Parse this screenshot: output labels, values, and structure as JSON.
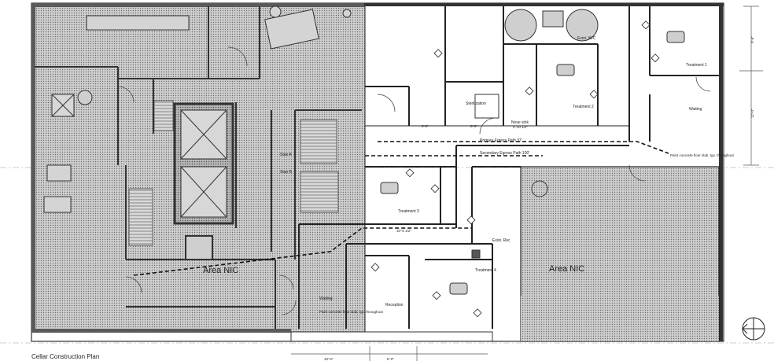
{
  "plan": {
    "title": "Cellar Construction Plan",
    "areas": {
      "nic_left": "Area NIC",
      "nic_right": "Area NIC"
    },
    "rooms": {
      "treatment1": "Treatment 1",
      "treatment2": "Treatment 2",
      "treatment3": "Treatment 3",
      "treatment4": "Treatment 4",
      "waiting_top": "Waiting",
      "waiting_bottom": "Waiting",
      "sterilization": "Sterilization",
      "nose_sink": "Nose sink",
      "exam_wc": "Exist. W/C",
      "exam_rec": "Exist. Rec",
      "reception": "Reception",
      "stair_a": "Stair A",
      "stair_b": "Stair B"
    },
    "notes": {
      "primary_egress": "Primary Egress Path 37'",
      "secondary_egress": "Secondary Egress Path 100'",
      "paint_right": "Paint concrete floor slab, typ. throughout",
      "paint_left": "Paint concrete floor slab, typ. throughout"
    },
    "dims": {
      "d1": "8'-0\"",
      "d2": "8'-0\"",
      "d3": "4'-10 1/2\"",
      "d4": "10'-6 1/2\"",
      "d5": "12'-0\"",
      "d6": "9'-6\"",
      "d7": "10'-0\"",
      "d8": "5'-0\""
    }
  }
}
